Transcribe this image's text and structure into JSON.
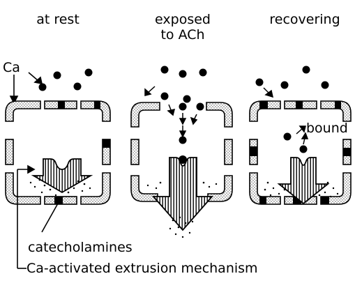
{
  "panels": {
    "at_rest": {
      "title": "at rest"
    },
    "exposed": {
      "title_line1": "exposed",
      "title_line2": "to ACh"
    },
    "recovering": {
      "title": "recovering",
      "bound_label": "bound"
    }
  },
  "labels": {
    "calcium": "Ca",
    "catecholamines": "catecholamines",
    "mechanism": "Ca-activated extrusion mechanism"
  },
  "colors": {
    "ink": "#000000",
    "stipple": "#9a9a9a",
    "background": "#ffffff"
  }
}
